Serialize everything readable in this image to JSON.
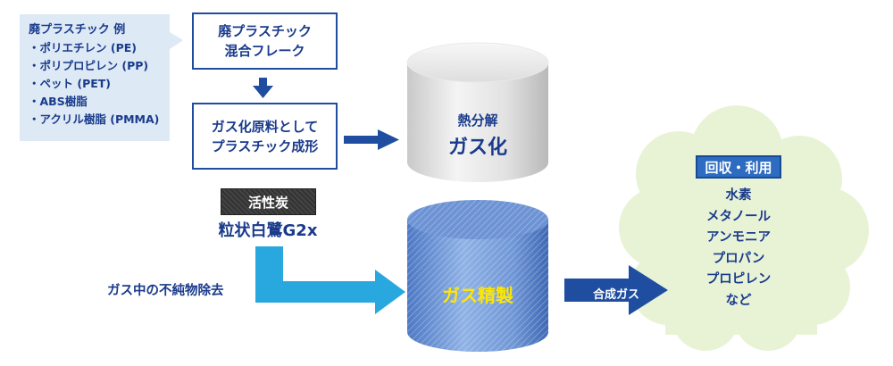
{
  "examples": {
    "heading": "廃プラスチック 例",
    "items": [
      "・ポリエチレン (PE)",
      "・ポリプロピレン (PP)",
      "・ペット (PET)",
      "・ABS樹脂",
      "・アクリル樹脂 (PMMA)"
    ]
  },
  "flake_box": {
    "line1": "廃プラスチック",
    "line2": "混合フレーク"
  },
  "forming_box": {
    "line1": "ガス化原料として",
    "line2": "プラスチック成形"
  },
  "gasifier": {
    "line1": "熱分解",
    "line2": "ガス化"
  },
  "activated_carbon": {
    "badge": "活性炭",
    "product": "粒状白鷺G2x"
  },
  "impurity_label": "ガス中の不純物除去",
  "purifier": {
    "label": "ガス精製"
  },
  "syngas_label": "合成ガス",
  "recovery": {
    "title": "回収・利用",
    "items": [
      "水素",
      "メタノール",
      "アンモニア",
      "プロパン",
      "プロピレン",
      "など"
    ]
  },
  "colors": {
    "navy": "#1f4ea0",
    "bright_blue": "#29a8e0",
    "cloud": "#e8f3d6",
    "yellow": "#ffe600"
  }
}
